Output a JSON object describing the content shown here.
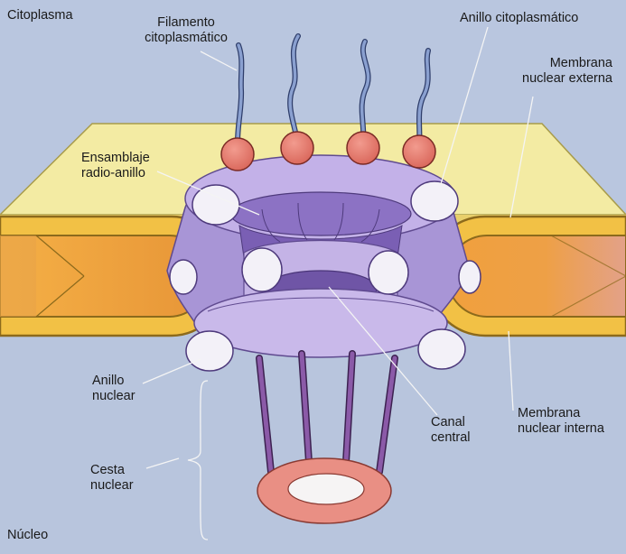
{
  "regions": {
    "cytoplasm": "Citoplasma",
    "nucleus": "Núcleo"
  },
  "labels": {
    "cyto_filament": [
      "Filamento",
      "citoplasmático"
    ],
    "cyto_ring": [
      "Anillo citoplasmático"
    ],
    "outer_membrane": [
      "Membrana",
      "nuclear externa"
    ],
    "spoke_ring": [
      "Ensamblaje",
      "radio-anillo"
    ],
    "nuclear_ring": [
      "Anillo",
      "nuclear"
    ],
    "central_channel": [
      "Canal",
      "central"
    ],
    "inner_membrane": [
      "Membrana",
      "nuclear interna"
    ],
    "nuclear_basket": [
      "Cesta",
      "nuclear"
    ]
  },
  "colors": {
    "cytoplasm_bg": "#b9c6df",
    "membrane_yellow": "#f2eaa0",
    "membrane_orange": "#f0a63c",
    "membrane_outline": "#8c6a1c",
    "ring_lavender": "#c4b3e6",
    "ring_purple": "#8e76c4",
    "channel_dark": "#6f55a6",
    "cap_red": "#e57b6e",
    "filament_blue": "#7d94c8",
    "basket_purple": "#7b4f96"
  }
}
